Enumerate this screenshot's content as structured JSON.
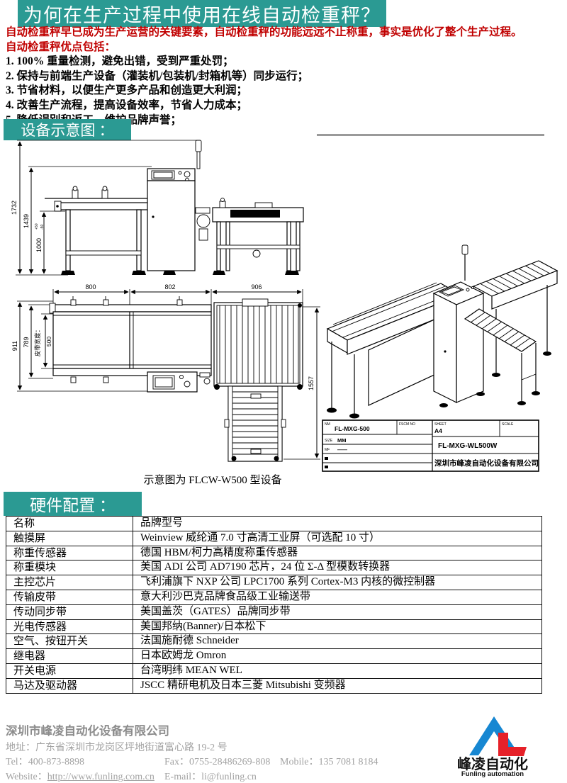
{
  "header": {
    "title": "为何在生产过程中使用在线自动检重秤？"
  },
  "intro": {
    "line1": "自动检重秤早已成为生产运营的关键要素，自动检重秤的功能远远不止称重，事实是优化了整个生产过程。",
    "line2": "自动检重秤优点包括：",
    "benefits": [
      "1. 100% 重量检测，避免出错，受到严重处罚；",
      "2. 保持与前端生产设备（灌装机/包装机/封箱机等）同步运行；",
      "3. 节省材料，以便生产更多产品和创造更大利润；",
      "4. 改善生产流程，提高设备效率，节省人力成本；",
      "5. 降低误别和返工，维护品牌声誉；"
    ]
  },
  "sections": {
    "diagram_title": "设备示意图 ：",
    "hardware_title": "硬件配置 ：",
    "diagram_caption": "示意图为 FLCW-W500 型设备"
  },
  "diagram": {
    "front": {
      "h1": "1732",
      "h2": "1439",
      "h3": "1000",
      "h3p": "+50",
      "h3m": "-50"
    },
    "top": {
      "w1": "800",
      "w2": "802",
      "w3": "906",
      "d1": "911",
      "d2": "789",
      "belt_label": "皮带宽度：",
      "belt": "500",
      "l1": "1557"
    }
  },
  "title_block": {
    "nm_label": "NM",
    "dwg_no": "FL-MXG-500",
    "fscm_label": "FSCM NO",
    "size_label": "SIZE",
    "size_value": "MM",
    "mf_label": "MF",
    "mf_value": "——",
    "sheet_label": "SHEET",
    "sheet_value": "A4",
    "scale_label": "SCALE",
    "model": "FL-MXG-WL500W",
    "company": "深圳市峰凌自动化设备有限公司"
  },
  "hardware": {
    "rows": [
      {
        "name": "名称",
        "value": "品牌型号"
      },
      {
        "name": "触摸屏",
        "value": "Weinview 威纶通 7.0 寸高清工业屏（可选配 10 寸）"
      },
      {
        "name": "称重传感器",
        "value": "德国 HBM/柯力高精度称重传感器"
      },
      {
        "name": "称重模块",
        "value": "美国 ADI 公司 AD7190 芯片，24 位 Σ-Δ 型模数转换器"
      },
      {
        "name": "主控芯片",
        "value": "飞利浦旗下 NXP 公司 LPC1700 系列 Cortex-M3 内核的微控制器"
      },
      {
        "name": "传输皮带",
        "value": "意大利沙巴克品牌食品级工业输送带"
      },
      {
        "name": "传动同步带",
        "value": "美国盖茨（GATES）品牌同步带"
      },
      {
        "name": "光电传感器",
        "value": "美国邦纳(Banner)/日本松下"
      },
      {
        "name": "空气、按钮开关",
        "value": "法国施耐德 Schneider"
      },
      {
        "name": "继电器",
        "value": "日本欧姆龙 Omron"
      },
      {
        "name": "开关电源",
        "value": "台湾明纬 MEAN WEL"
      },
      {
        "name": "马达及驱动器",
        "value": "JSCC 精研电机及日本三菱 Mitsubishi 变频器"
      }
    ]
  },
  "footer": {
    "company": "深圳市峰凌自动化设备有限公司",
    "address_label": "地址：",
    "address": "广东省深圳市龙岗区坪地街道富心路 19-2 号",
    "tel_label": "Tel：",
    "tel": "400-873-8898",
    "fax_label": "Fax：",
    "fax": "0755-28486269-808",
    "mobile_label": "Mobile：",
    "mobile": "135 7081 8184",
    "website_label": "Website：",
    "website": "http://www.funling.com.cn",
    "email_label": "E-mail：",
    "email": "li@funling.cn",
    "logo_cn": "峰凌自动化",
    "logo_en": "Funling automation"
  },
  "colors": {
    "teal": "#2b9a93",
    "red_text": "#c00000",
    "logo_blue": "#1787d2",
    "logo_red": "#e62129",
    "footer_gray": "#a3a3a3"
  }
}
